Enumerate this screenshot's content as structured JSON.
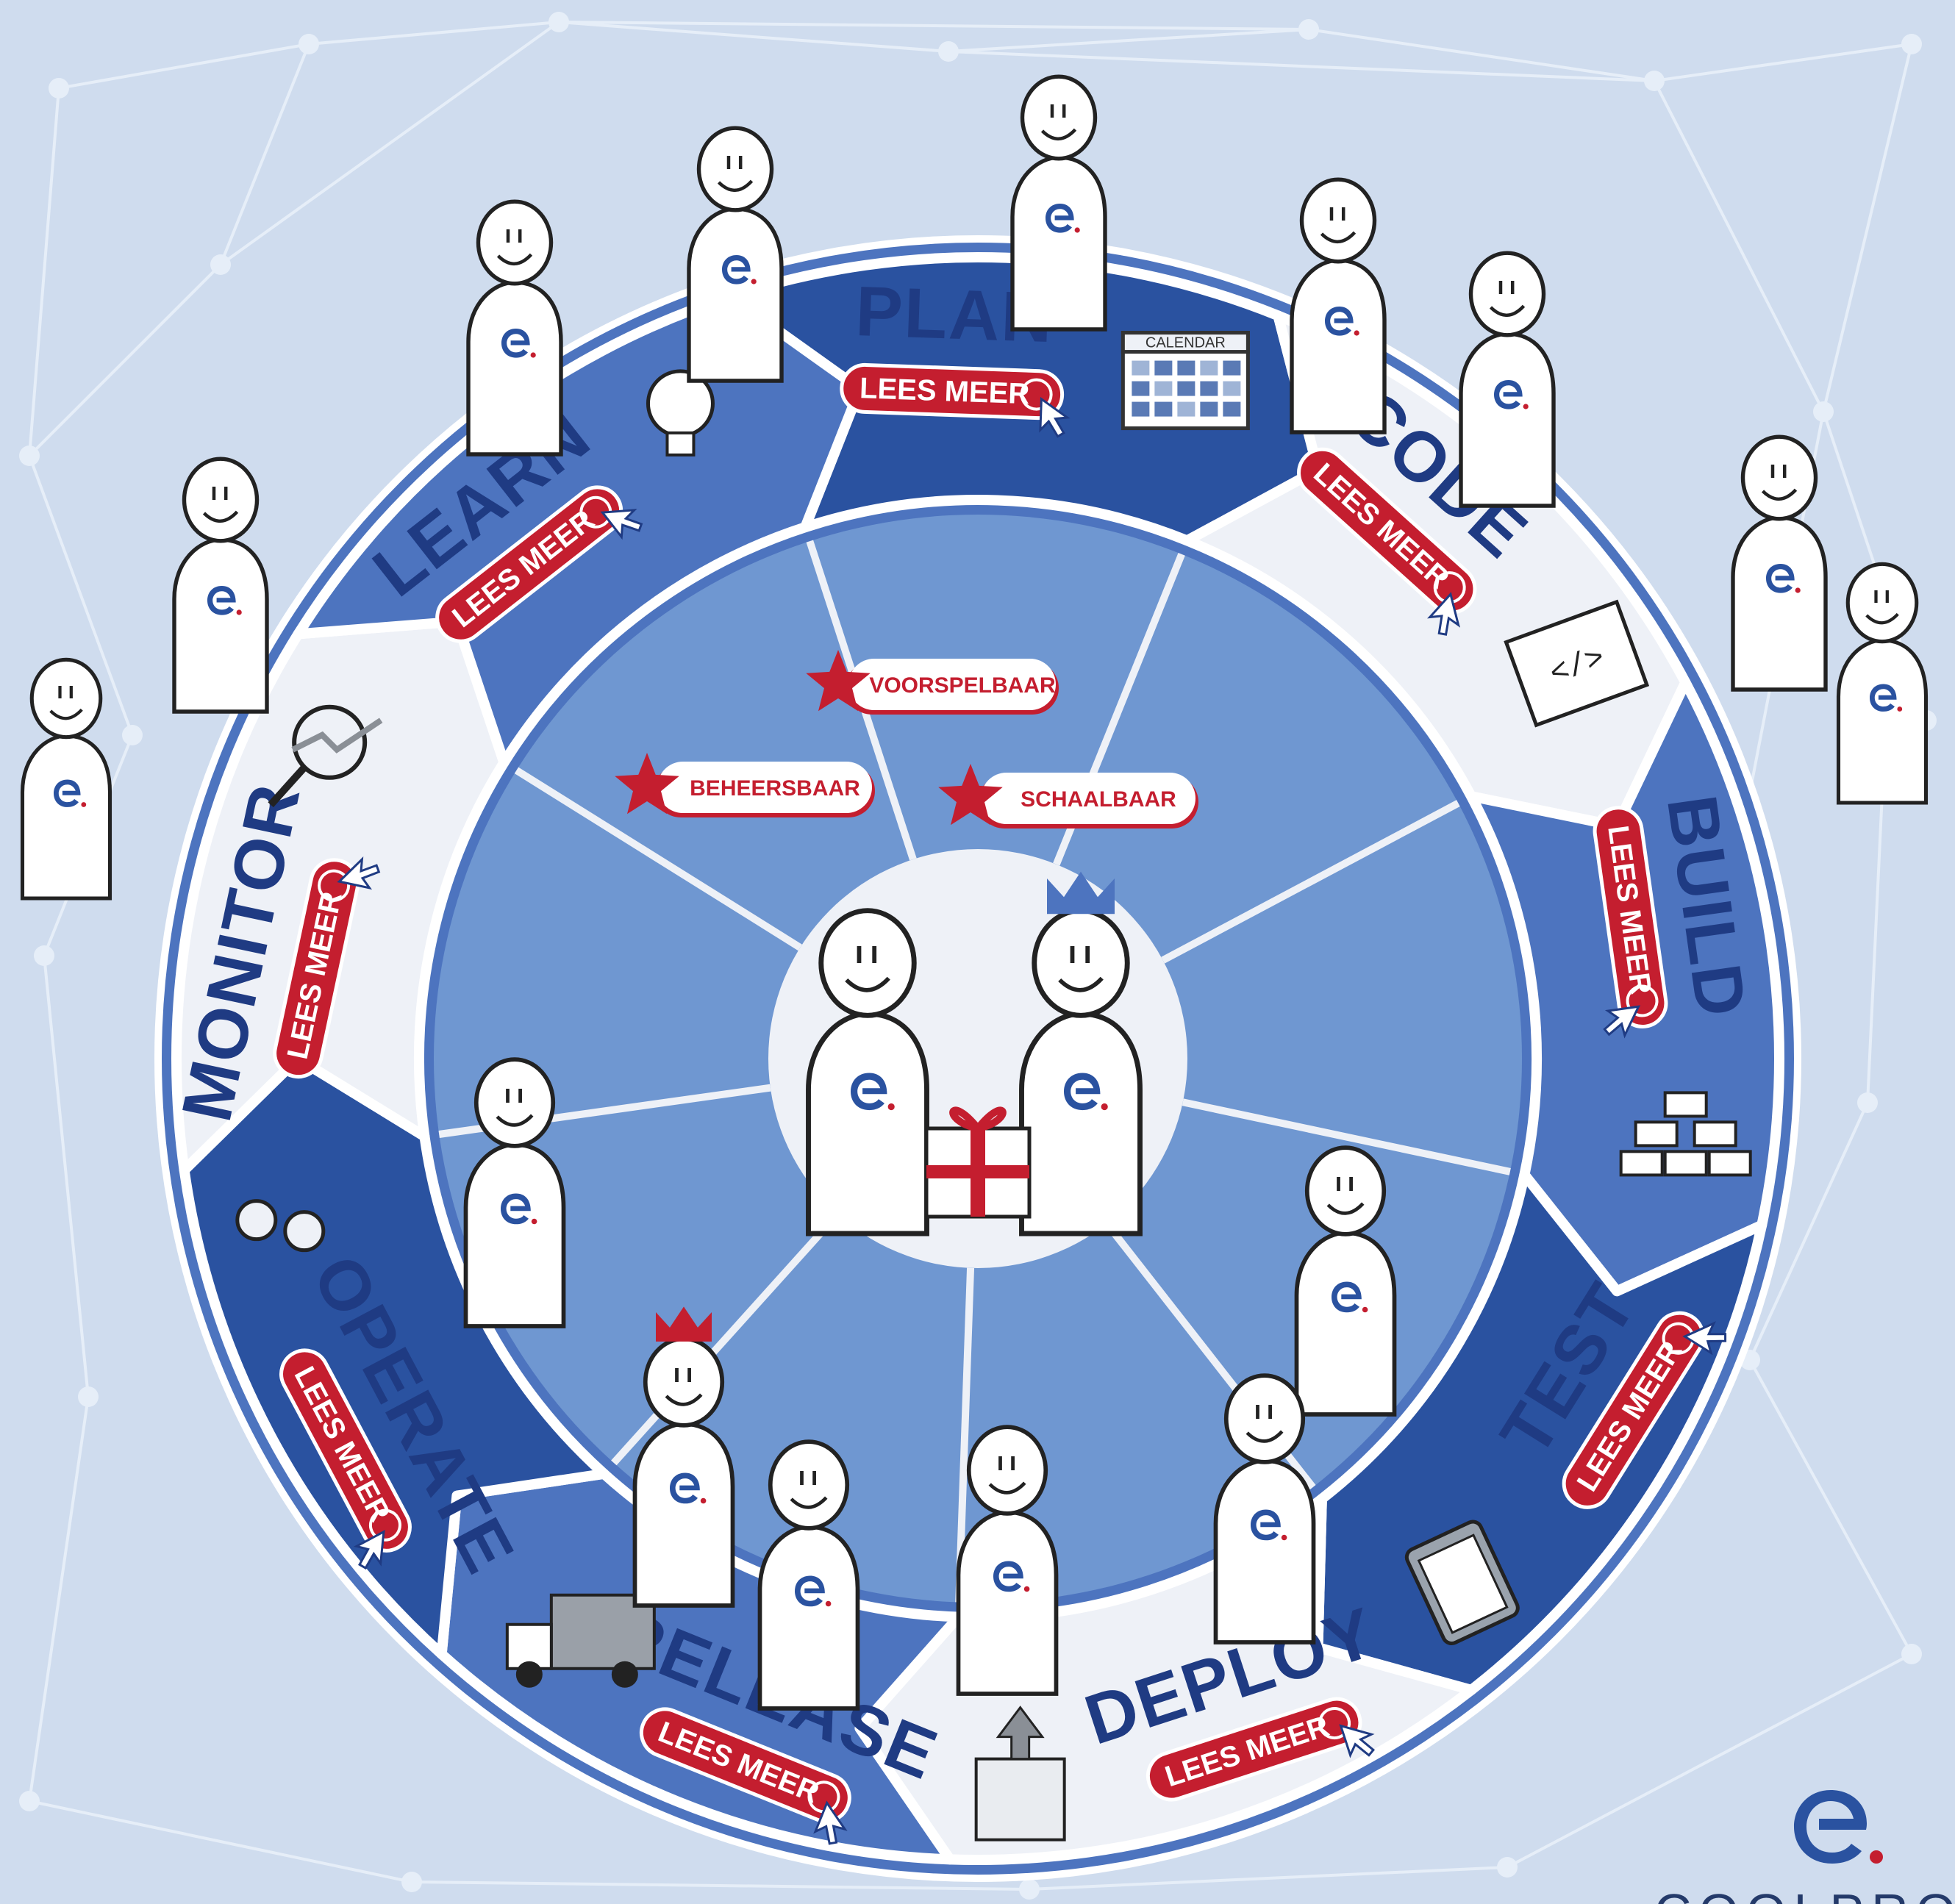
{
  "diagram": {
    "colors": {
      "background": "#cfdcee",
      "network_lines": "#e6eef8",
      "ring_dark": "#2a52a0",
      "ring_mid": "#4d74bf",
      "ring_light": "#eef1f7",
      "inner_wheel": "#6f97d1",
      "title_text": "#1f3b83",
      "accent_red": "#c41e2f",
      "white": "#ffffff"
    },
    "phases": [
      {
        "id": "plan",
        "label": "PLAN",
        "button": "LEES MEER",
        "icon": "calendar-icon",
        "icon_text": "CALENDAR",
        "style": "dark"
      },
      {
        "id": "code",
        "label": "CODE",
        "button": "LEES MEER",
        "icon": "code-window-icon",
        "icon_text": "</>",
        "style": "light"
      },
      {
        "id": "build",
        "label": "BUILD",
        "button": "LEES MEER",
        "icon": "bricks-icon",
        "style": "mid"
      },
      {
        "id": "test",
        "label": "TEST",
        "button": "LEES MEER",
        "icon": "clipboard-icon",
        "style": "dark"
      },
      {
        "id": "deploy",
        "label": "DEPLOY",
        "button": "LEES MEER",
        "icon": "box-upload-icon",
        "style": "light"
      },
      {
        "id": "release",
        "label": "RELEASE",
        "button": "LEES MEER",
        "icon": "truck-icon",
        "style": "mid"
      },
      {
        "id": "operate",
        "label": "OPERATE",
        "button": "LEES MEER",
        "icon": "gears-icon",
        "style": "dark"
      },
      {
        "id": "monitor",
        "label": "MONITOR",
        "button": "LEES MEER",
        "icon": "magnifier-chart-icon",
        "style": "light"
      },
      {
        "id": "learn",
        "label": "LEARN",
        "button": "LEES MEER",
        "icon": "lightbulb-icon",
        "style": "mid"
      }
    ],
    "values": [
      {
        "id": "voorspelbaar",
        "label": "VOORSPELBAAR"
      },
      {
        "id": "beheersbaar",
        "label": "BEHEERSBAAR"
      },
      {
        "id": "schaalbaar",
        "label": "SCHAALBAAR"
      }
    ],
    "center": {
      "icon": "gift-icon"
    },
    "brand": {
      "text": "COOLPRO",
      "icon": "coolpro-logo-icon"
    }
  }
}
